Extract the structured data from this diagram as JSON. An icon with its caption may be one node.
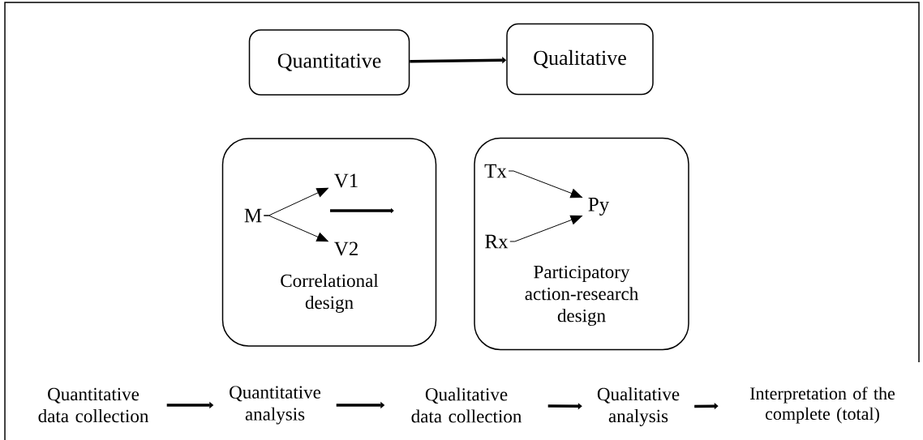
{
  "diagram": {
    "nodes": [
      {
        "text": [
          "Quantitative"
        ]
      },
      {
        "text": [
          "Qualitative"
        ]
      },
      {
        "text": [
          "Correlational design"
        ]
      },
      {
        "text": [
          "Participatory action-research design"
        ]
      },
      {
        "text": [
          "M"
        ],
        "in": 2
      },
      {
        "text": [
          "V1"
        ],
        "in": 2
      },
      {
        "text": [
          "V2"
        ],
        "in": 2
      },
      {
        "text": [
          "Tx"
        ],
        "in": 3
      },
      {
        "text": [
          "Py"
        ],
        "in": 3
      },
      {
        "text": [
          "Rx"
        ],
        "in": 3
      },
      {
        "text": [
          "Quantitative data collection"
        ]
      },
      {
        "text": [
          "Quantitative analysis"
        ]
      },
      {
        "text": [
          "Qualitative data collection"
        ]
      },
      {
        "text": [
          "Qualitative analysis"
        ]
      },
      {
        "text": [
          "Interpretation of the complete (total)"
        ]
      }
    ],
    "edges": [
      {
        "from": 0,
        "to": 1,
        "arrow": "to"
      },
      {
        "from": 4,
        "to": 5,
        "arrow": "to"
      },
      {
        "from": 4,
        "to": 6,
        "arrow": "to"
      },
      {
        "from": 7,
        "to": 8,
        "arrow": "to"
      },
      {
        "from": 9,
        "to": 8,
        "arrow": "to"
      },
      {
        "from": 10,
        "to": 11,
        "arrow": "to"
      },
      {
        "from": 11,
        "to": 12,
        "arrow": "to"
      },
      {
        "from": 12,
        "to": 13,
        "arrow": "to"
      },
      {
        "from": 13,
        "to": 14,
        "arrow": "to"
      }
    ]
  }
}
